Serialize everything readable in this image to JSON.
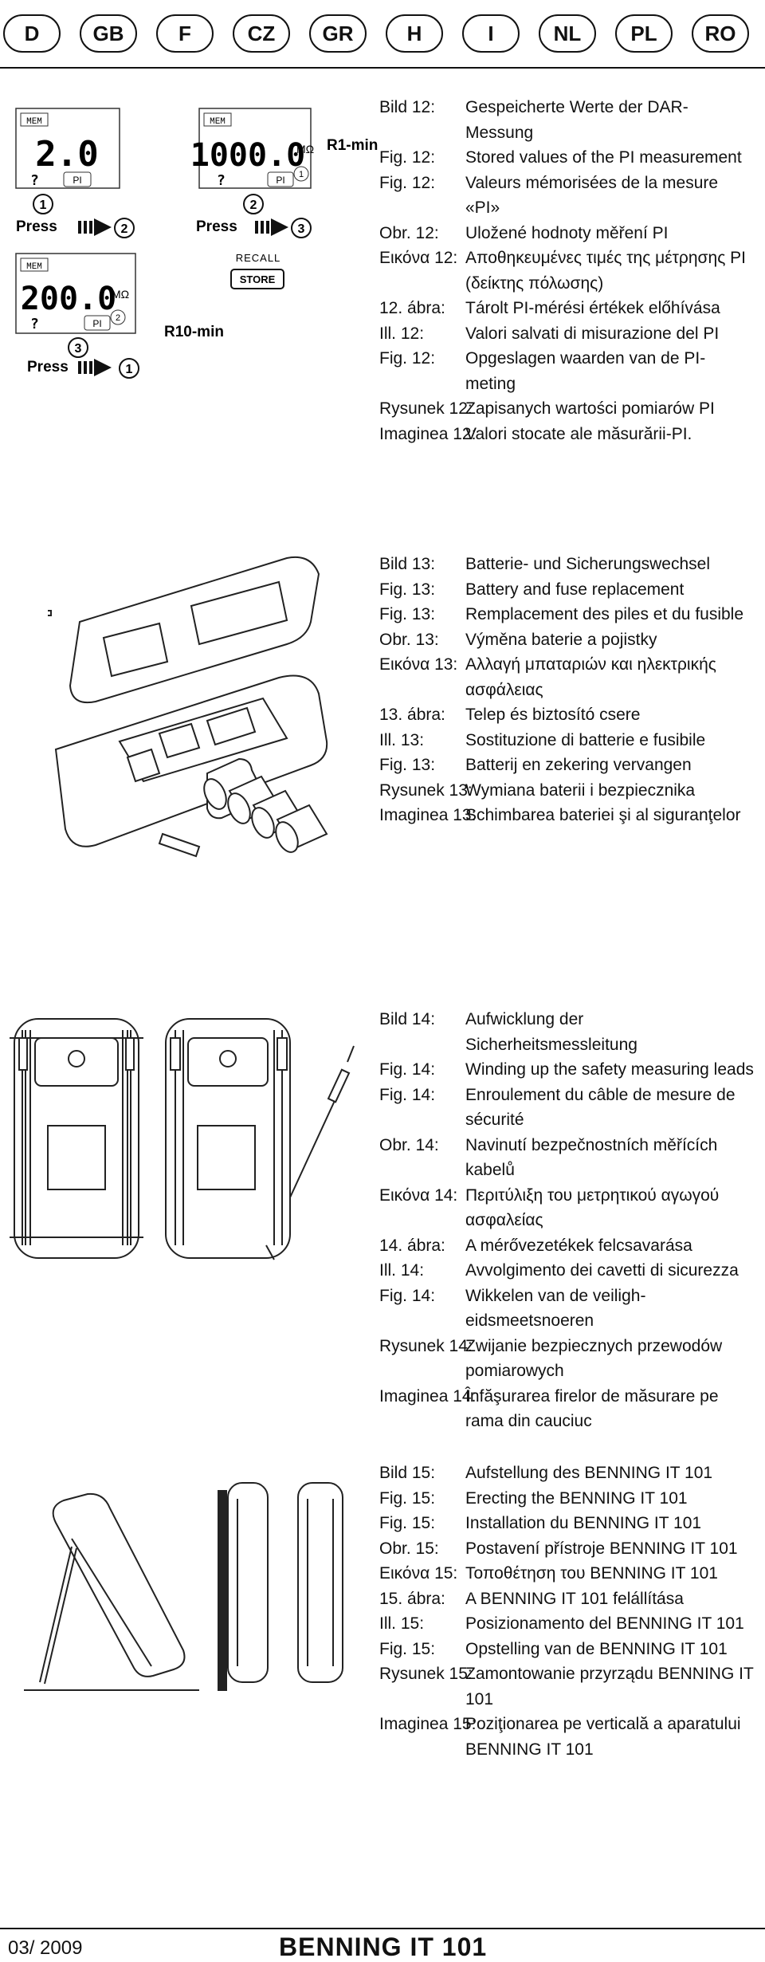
{
  "tabs": [
    "D",
    "GB",
    "F",
    "CZ",
    "GR",
    "H",
    "I",
    "NL",
    "PL",
    "RO"
  ],
  "fig12": {
    "captions": [
      {
        "k": "Bild 12:",
        "v": "Gespeicherte Werte der DAR-Messung"
      },
      {
        "k": "Fig. 12:",
        "v": "Stored values of the PI measurement"
      },
      {
        "k": "Fig. 12:",
        "v": "Valeurs mémorisées de la mesure «PI»"
      },
      {
        "k": "Obr. 12:",
        "v": "Uložené hodnoty měření PI"
      },
      {
        "k": "Εικόνα 12:",
        "v": "Αποθηκευμένες τιμές της μέτρησης PI (δείκτης πόλωσης)"
      },
      {
        "k": "12. ábra:",
        "v": "Tárolt PI-mérési értékek előhívása"
      },
      {
        "k": "Ill. 12:",
        "v": "Valori salvati di misurazione del PI"
      },
      {
        "k": "Fig. 12:",
        "v": "Opgeslagen waarden van de PI-meting"
      },
      {
        "k": "Rysunek 12:",
        "v": "Zapisanych wartości pomiarów PI"
      },
      {
        "k": "Imaginea 12:",
        "v": "Valori stocate ale măsurării-PI."
      }
    ],
    "lcd1": {
      "mem": "MEM",
      "value": "2.0",
      "pi": "PI"
    },
    "lcd2": {
      "mem": "MEM",
      "value": "1000.0",
      "unit": "MΩ",
      "pi": "PI",
      "num": "1"
    },
    "lcd3": {
      "mem": "MEM",
      "value": "200.0",
      "unit": "MΩ",
      "pi": "PI",
      "num": "2"
    },
    "press": "Press",
    "n1": "1",
    "n2": "2",
    "n3": "3",
    "recall": "RECALL",
    "store": "STORE",
    "r1": "R1-min",
    "r10": "R10-min"
  },
  "fig13": {
    "captions": [
      {
        "k": "Bild 13:",
        "v": "Batterie- und Sicherungswechsel"
      },
      {
        "k": "Fig. 13:",
        "v": "Battery and fuse replacement"
      },
      {
        "k": "Fig. 13:",
        "v": "Remplacement des piles et du fusible"
      },
      {
        "k": "Obr. 13:",
        "v": "Výměna baterie a pojistky"
      },
      {
        "k": "Εικόνα 13:",
        "v": "Αλλαγή μπαταριών και ηλεκτρικής ασφάλειας"
      },
      {
        "k": "13. ábra:",
        "v": "Telep és biztosító csere"
      },
      {
        "k": "Ill. 13:",
        "v": "Sostituzione di batterie e fusibile"
      },
      {
        "k": "Fig. 13:",
        "v": "Batterij en zekering vervangen"
      },
      {
        "k": "Rysunek 13:",
        "v": "Wymiana baterii i bezpiecznika"
      },
      {
        "k": "Imaginea 13:",
        "v": "Schimbarea bateriei şi al siguranţelor"
      }
    ]
  },
  "fig14": {
    "captions": [
      {
        "k": "Bild 14:",
        "v": "Aufwicklung der Sicherheitsmessleitung"
      },
      {
        "k": "Fig. 14:",
        "v": "Winding up the safety measuring leads"
      },
      {
        "k": "Fig. 14:",
        "v": "Enroulement du câble de mesure de sécurité"
      },
      {
        "k": "Obr. 14:",
        "v": "Navinutí bezpečnostních měřících kabelů"
      },
      {
        "k": "Εικόνα 14:",
        "v": "Περιτύλιξη του μετρητικού αγωγού ασφαλείας"
      },
      {
        "k": "14. ábra:",
        "v": "A mérővezetékek felcsavarása"
      },
      {
        "k": "Ill. 14:",
        "v": "Avvolgimento dei cavetti di sicurezza"
      },
      {
        "k": "Fig. 14:",
        "v": "Wikkelen van de veiligh-eidsmeetsnoeren"
      },
      {
        "k": "Rysunek 14:",
        "v": "Zwijanie bezpiecznych przewodów pomiarowych"
      },
      {
        "k": "Imaginea 14:",
        "v": "Înfăşurarea firelor de măsurare pe rama din cauciuc"
      }
    ]
  },
  "fig15": {
    "captions": [
      {
        "k": "Bild 15:",
        "v": "Aufstellung des BENNING IT 101"
      },
      {
        "k": "Fig. 15:",
        "v": "Erecting the BENNING IT 101"
      },
      {
        "k": "Fig. 15:",
        "v": "Installation du BENNING IT 101"
      },
      {
        "k": "Obr. 15:",
        "v": "Postavení přístroje BENNING IT 101"
      },
      {
        "k": "Εικόνα 15:",
        "v": "Τοποθέτηση του BENNING IT 101"
      },
      {
        "k": "15. ábra:",
        "v": "A BENNING IT 101 felállítása"
      },
      {
        "k": "Ill. 15:",
        "v": "Posizionamento del BENNING IT 101"
      },
      {
        "k": "Fig. 15:",
        "v": "Opstelling van de BENNING IT 101"
      },
      {
        "k": "Rysunek 15:",
        "v": "Zamontowanie przyrządu BENNING IT 101"
      },
      {
        "k": "Imaginea 15:",
        "v": "Poziţionarea pe verticală a aparatului BENNING IT 101"
      }
    ]
  },
  "footer": {
    "date": "03/ 2009",
    "product": "BENNING IT 101"
  }
}
